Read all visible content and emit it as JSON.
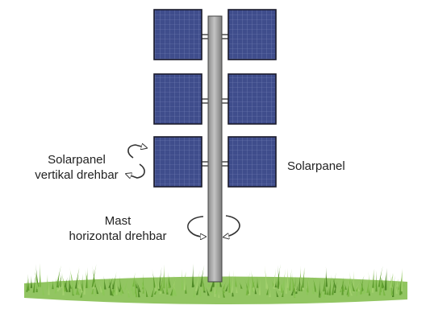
{
  "labels": {
    "vertical_rotation": [
      "Solarpanel",
      "vertikal drehbar"
    ],
    "panel": "Solarpanel",
    "mast_rotation": [
      "Mast",
      "horizontal drehbar"
    ]
  },
  "icons": {
    "vertical_rotation": "circular-arrows-icon",
    "horizontal_rotation": "curved-arrows-icon"
  },
  "colors": {
    "panel_fill": "#3f4d8c",
    "panel_grid": "#8f9acb",
    "panel_frame": "#1a1a2a",
    "mast": "#a6a6a6",
    "grass": "#6fae3a",
    "text": "#222222"
  }
}
